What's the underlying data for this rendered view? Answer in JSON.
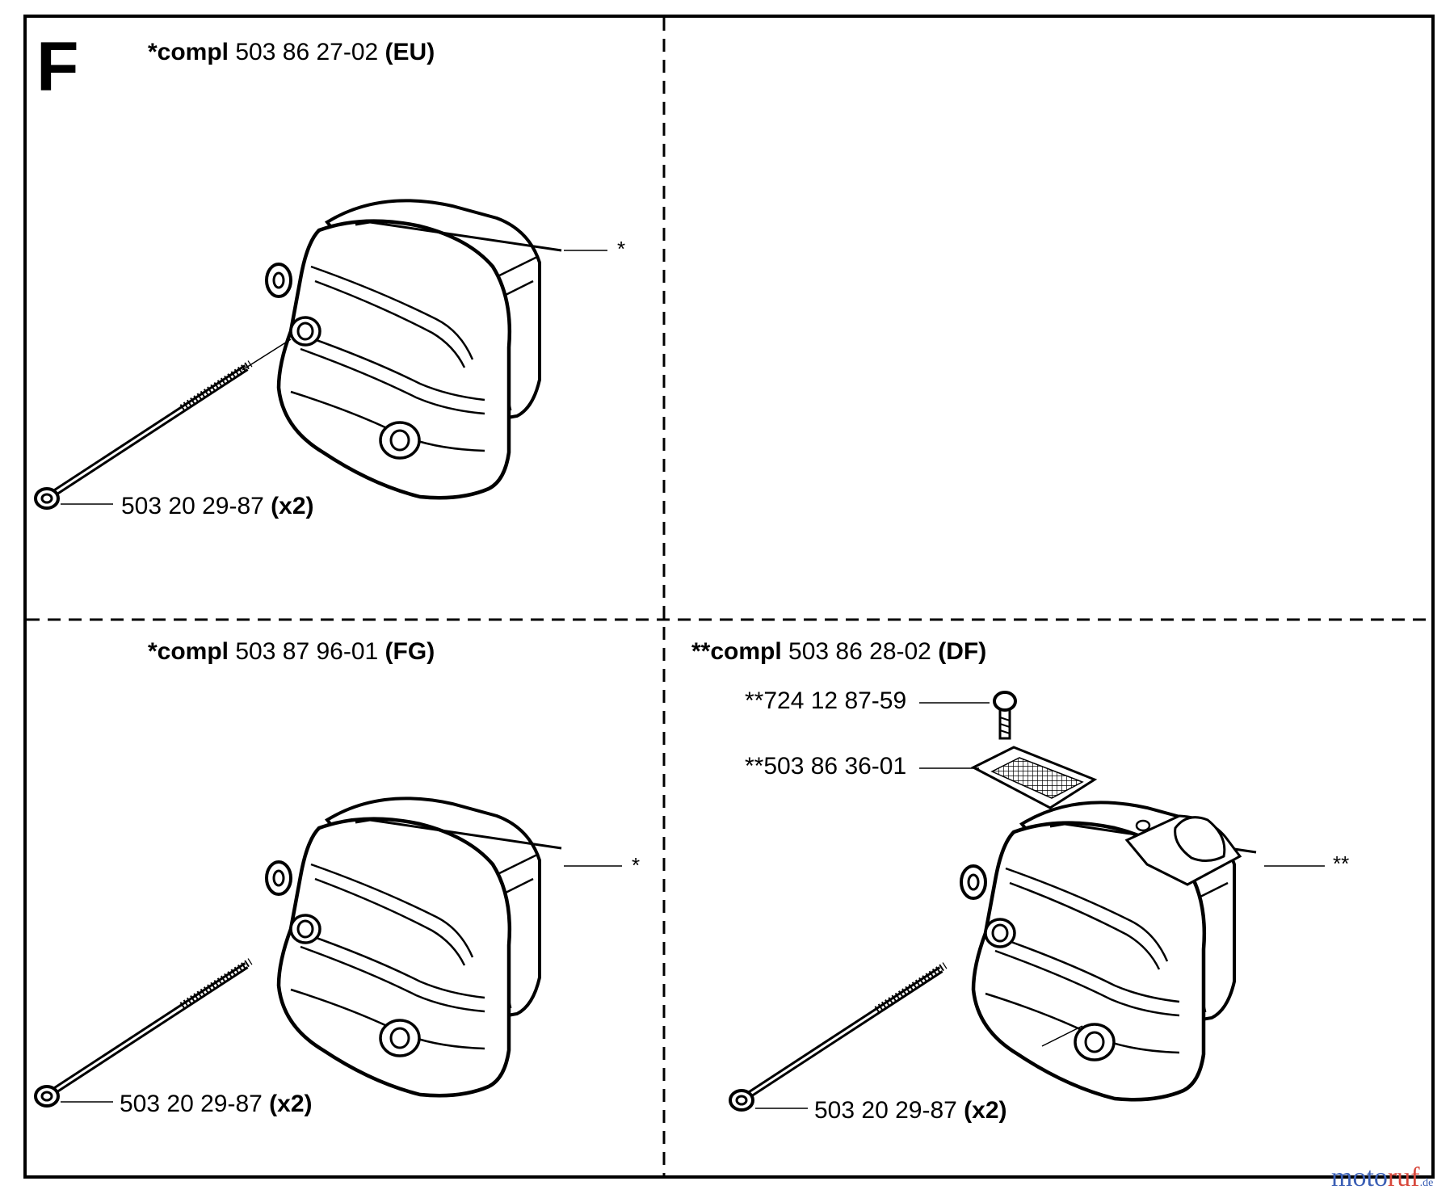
{
  "section": {
    "letter": "F"
  },
  "panels": [
    {
      "id": "eu",
      "heading": {
        "prefix": "*compl",
        "number": "503 86 27-02",
        "variant": "(EU)"
      },
      "callout_mark": "*",
      "bolt": {
        "part": "503 20 29-87",
        "qty": "(x2)"
      }
    },
    {
      "id": "fg",
      "heading": {
        "prefix": "*compl",
        "number": "503 87 96-01",
        "variant": "(FG)"
      },
      "callout_mark": "*",
      "bolt": {
        "part": "503 20 29-87",
        "qty": "(x2)"
      }
    },
    {
      "id": "df",
      "heading": {
        "prefix": "**compl",
        "number": "503 86 28-02",
        "variant": "(DF)"
      },
      "callout_mark": "**",
      "screw": {
        "part": "**724 12 87-59"
      },
      "screen": {
        "part": "**503 86 36-01"
      },
      "bolt": {
        "part": "503 20 29-87",
        "qty": "(x2)"
      }
    }
  ],
  "watermark": {
    "part1": "moto",
    "part2": "ruf",
    "tld": ".de"
  }
}
